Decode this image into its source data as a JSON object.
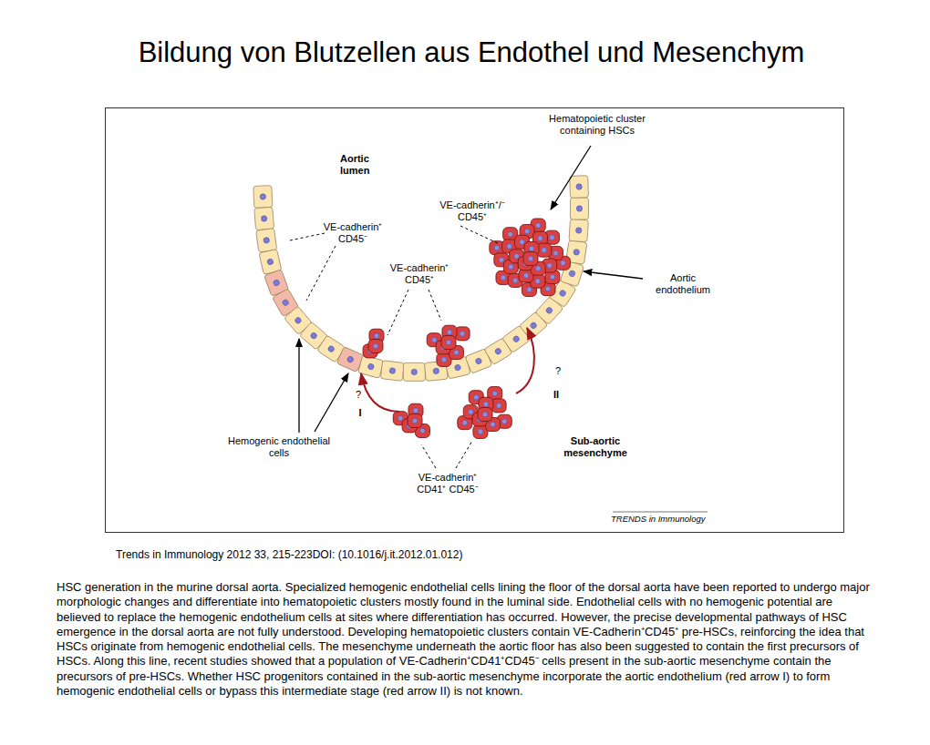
{
  "diagram": {
    "title": "Bildung von Blutzellen aus Endothel und Mesenchym",
    "caption": "HSC generation in the murine dorsal aorta. Specialized hemogenic endothelial cells lining the floor of the dorsal aorta have been reported to undergo major morphologic changes and differentiate into hematopoietic clusters mostly found in the luminal side. Endothelial cells with no hemogenic potential are believed to replace the hemogenic endothelium cells at sites where differentiation has occurred. However, the precise developmental pathways of HSC emergence in the dorsal aorta are not fully understood. Developing hematopoietic clusters contain VE-Cadherin⁺CD45⁺ pre-HSCs, reinforcing the idea that HSCs originate from hemogenic endothelial cells. The mesenchyme underneath the aortic floor has also been suggested to contain the first precursors of HSCs. Along this line, recent studies showed that a population of VE-Cadherin⁺CD41⁺CD45⁻ cells present in the sub-aortic mesenchyme contain the precursors of pre-HSCs. Whether HSC progenitors contained in the sub-aortic mesenchyme incorporate the aortic endothelium (red arrow I) to form hemogenic endothelial cells or bypass this intermediate stage (red arrow II) is not known.",
    "labels": [
      "Aortic lumen",
      "Hematopoietic cluster containing HSCs",
      "VE-cadherin⁺/⁻ CD45⁺",
      "VE-cadherin⁺ CD45⁻",
      "VE-cadherin⁺ CD45⁺",
      "Aortic endothelium",
      "?",
      "I",
      "?",
      "II",
      "Hemogenic endothelial cells",
      "Sub-aortic mesenchyme",
      "VE-cadherin⁺ CD41⁺ CD45⁻",
      "TRENDS in Immunology",
      "Trends in Immunology 2012 33, 215-223DOI: (10.1016/j.it.2012.01.012)"
    ]
  }
}
